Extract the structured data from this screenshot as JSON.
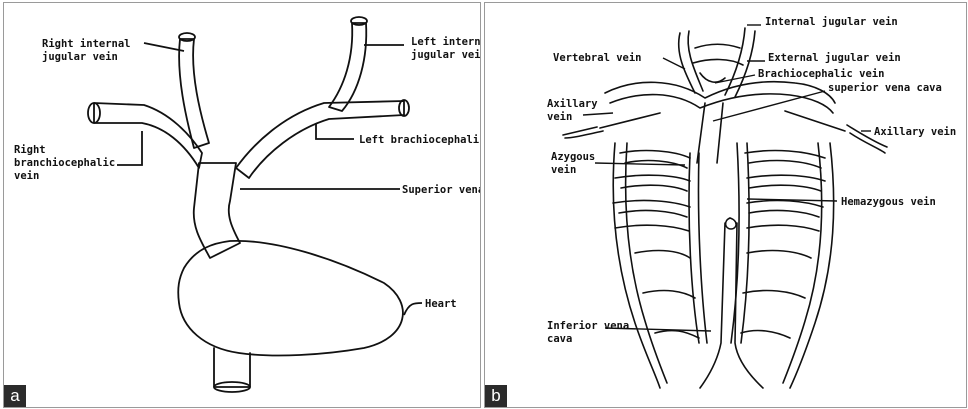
{
  "panels": [
    {
      "tag": "a",
      "labels": {
        "right_internal_jugular": [
          "Right internal",
          "jugular vein"
        ],
        "left_internal_jugular": [
          "Left internal",
          "jugular vein"
        ],
        "right_brachiocephalic": [
          "Right",
          "branchiocephalic",
          "vein"
        ],
        "left_brachiocephalic": "Left brachiocephalic vein",
        "superior_vena_cava": "Superior vena cava",
        "heart": "Heart"
      }
    },
    {
      "tag": "b",
      "labels": {
        "internal_jugular": "Internal jugular vein",
        "vertebral": "Vertebral vein",
        "external_jugular": "External jugular vein",
        "brachiocephalic": "Brachiocephalic vein",
        "superior_vena_cava": "superior vena cava",
        "axillary_left": [
          "Axillary",
          "vein"
        ],
        "axillary_right": "Axillary vein",
        "azygous": [
          "Azygous",
          "vein"
        ],
        "hemazygous": "Hemazygous vein",
        "inferior_vena_cava": [
          "Inferior vena",
          "cava"
        ]
      }
    }
  ]
}
